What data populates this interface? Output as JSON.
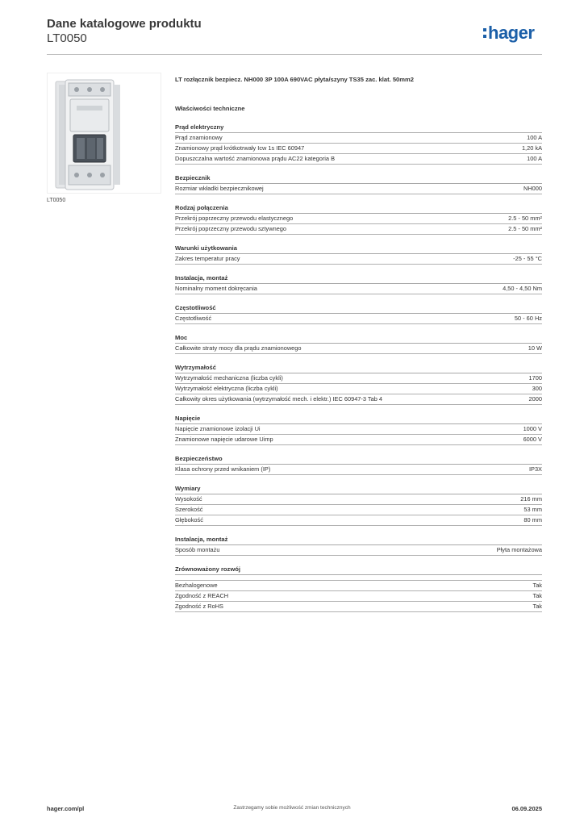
{
  "header": {
    "title": "Dane katalogowe produktu",
    "product_code": "LT0050",
    "logo_text": "hager"
  },
  "image": {
    "caption": "LT0050"
  },
  "product": {
    "description": "LT rozłącznik bezpiecz. NH000 3P 100A 690VAC płyta/szyny TS35 zac. klat. 50mm2",
    "properties_heading": "Właściwości techniczne"
  },
  "sections": [
    {
      "title": "Prąd elektryczny",
      "rows": [
        {
          "label": "Prąd znamionowy",
          "value": "100 A"
        },
        {
          "label": "Znamionowy prąd krótkotrwały Icw 1s IEC 60947",
          "value": "1,20 kA"
        },
        {
          "label": "Dopuszczalna wartość znamionowa prądu AC22 kategoria B",
          "value": "100 A"
        }
      ]
    },
    {
      "title": "Bezpiecznik",
      "rows": [
        {
          "label": "Rozmiar wkładki bezpiecznikowej",
          "value": "NH000"
        }
      ]
    },
    {
      "title": "Rodzaj połączenia",
      "rows": [
        {
          "label": "Przekrój poprzeczny przewodu elastycznego",
          "value": "2.5 - 50 mm²"
        },
        {
          "label": "Przekrój poprzeczny przewodu sztywnego",
          "value": "2.5 - 50 mm²"
        }
      ]
    },
    {
      "title": "Warunki użytkowania",
      "rows": [
        {
          "label": "Zakres temperatur pracy",
          "value": "-25 - 55 °C"
        }
      ]
    },
    {
      "title": "Instalacja, montaż",
      "rows": [
        {
          "label": "Nominalny moment dokręcania",
          "value": "4,50 - 4,50 Nm"
        }
      ]
    },
    {
      "title": "Częstotliwość",
      "rows": [
        {
          "label": "Częstotliwość",
          "value": "50 - 60 Hz"
        }
      ]
    },
    {
      "title": "Moc",
      "rows": [
        {
          "label": "Całkowite straty mocy dla prądu znamionowego",
          "value": "10 W"
        }
      ]
    },
    {
      "title": "Wytrzymałość",
      "rows": [
        {
          "label": "Wytrzymałość mechaniczna (liczba cykli)",
          "value": "1700"
        },
        {
          "label": "Wytrzymałość elektryczna (liczba cykli)",
          "value": "300"
        },
        {
          "label": "Całkowity okres użytkowania (wytrzymałość mech. i elektr.) IEC 60947-3 Tab 4",
          "value": "2000"
        }
      ]
    },
    {
      "title": "Napięcie",
      "rows": [
        {
          "label": "Napięcie znamionowe izolacji Ui",
          "value": "1000 V"
        },
        {
          "label": "Znamionowe napięcie udarowe Uimp",
          "value": "6000 V"
        }
      ]
    },
    {
      "title": "Bezpieczeństwo",
      "rows": [
        {
          "label": "Klasa ochrony przed wnikaniem (IP)",
          "value": "IP3X"
        }
      ]
    },
    {
      "title": "Wymiary",
      "rows": [
        {
          "label": "Wysokość",
          "value": "216 mm"
        },
        {
          "label": "Szerokość",
          "value": "53 mm"
        },
        {
          "label": "Głębokość",
          "value": "80 mm"
        }
      ]
    },
    {
      "title": "Instalacja, montaż",
      "rows": [
        {
          "label": "Sposób montażu",
          "value": "Płyta montażowa"
        }
      ]
    },
    {
      "title": "Zrównoważony rozwój",
      "gap": true,
      "rows": [
        {
          "label": "Bezhalogenowe",
          "value": "Tak"
        },
        {
          "label": "Zgodność z REACH",
          "value": "Tak"
        },
        {
          "label": "Zgodność z RoHS",
          "value": "Tak"
        }
      ]
    }
  ],
  "footer": {
    "website": "hager.com/pl",
    "disclaimer": "Zastrzegamy sobie możliwość zmian technicznych",
    "date": "06.09.2025"
  },
  "colors": {
    "brand": "#1b5fa8",
    "text": "#333333",
    "rule": "#b0b0b0"
  }
}
